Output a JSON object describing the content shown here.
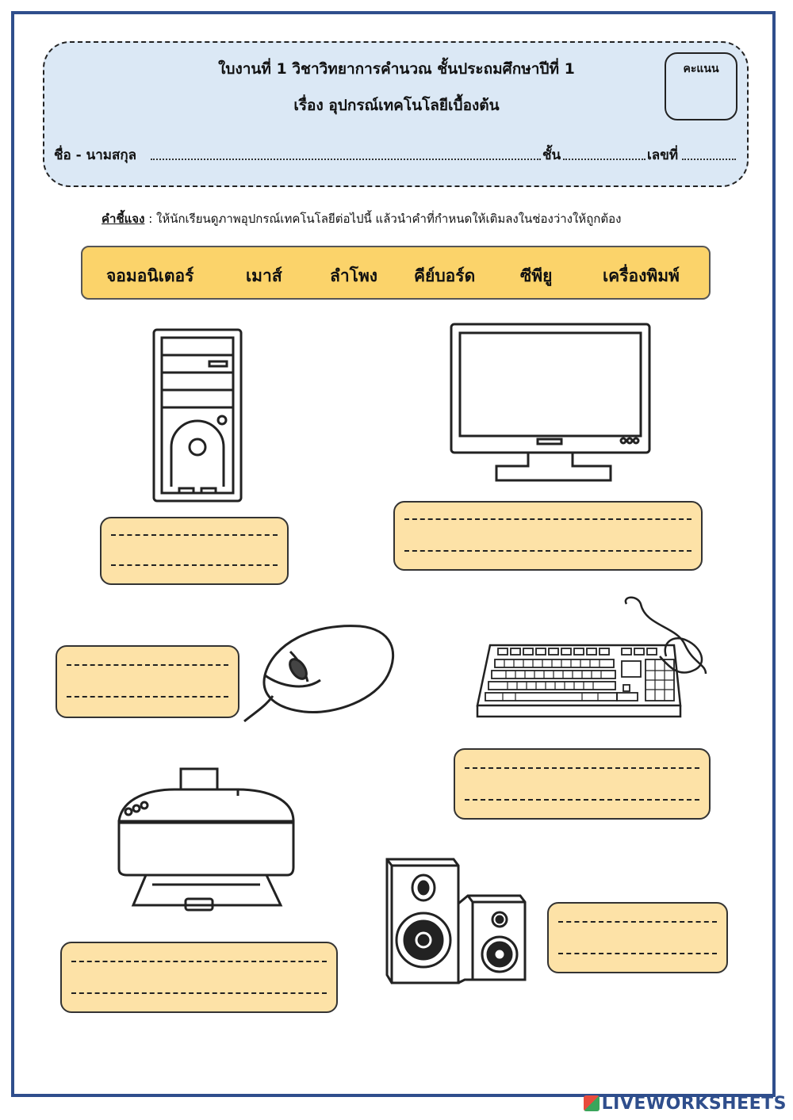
{
  "header": {
    "title_line1": "ใบงานที่ 1 วิชาวิทยาการคำนวณ  ชั้นประถมศึกษาปีที่ 1",
    "title_line2": "เรื่อง อุปกรณ์เทคโนโลยีเบื้องต้น",
    "score_label": "คะแนน",
    "name_label": "ชื่อ - นามสกุล",
    "class_label": "ชั้น",
    "number_label": "เลขที่"
  },
  "instruction": {
    "label": "คำชี้แจง",
    "text": " : ให้นักเรียนดูภาพอุปกรณ์เทคโนโลยีต่อไปนี้ แล้วนำคำที่กำหนดให้เติมลงในช่องว่างให้ถูกต้อง"
  },
  "word_bank": [
    "จอมอนิเตอร์",
    "เมาส์",
    "ลำโพง",
    "คีย์บอร์ด",
    "ซีพียู",
    "เครื่องพิมพ์"
  ],
  "devices": [
    {
      "icon": "cpu-case-icon"
    },
    {
      "icon": "monitor-icon"
    },
    {
      "icon": "mouse-icon"
    },
    {
      "icon": "keyboard-icon"
    },
    {
      "icon": "printer-icon"
    },
    {
      "icon": "speakers-icon"
    }
  ],
  "footer": {
    "brand": "LIVEWORKSHEETS"
  },
  "colors": {
    "header_bg": "#dbe8f5",
    "word_bank_bg": "#fbd36a",
    "answer_bg": "#fde2a7",
    "frame": "#2f4e8c"
  }
}
